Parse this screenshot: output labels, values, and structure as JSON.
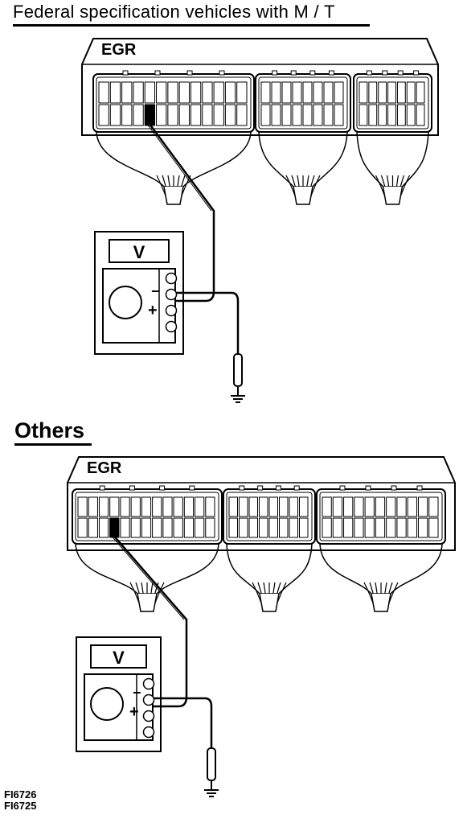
{
  "title_top": "Federal  specification vehicles with M / T",
  "title_bottom": "Others",
  "ecu_label": "EGR",
  "meter_display": "V",
  "meter_minus": "−",
  "meter_plus": "+",
  "figure_codes": [
    "FI6726",
    "FI6725"
  ]
}
